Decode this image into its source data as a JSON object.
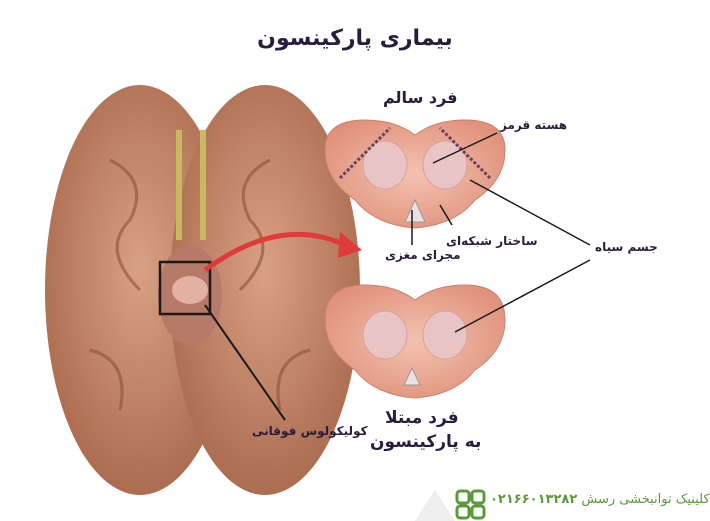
{
  "title": "بیماری پارکینسون",
  "labels": {
    "healthy": "فرد سالم",
    "red_nucleus": "هسته قرمز",
    "reticular": "ساختار شبکه‌ای",
    "aqueduct": "مجرای مغزی",
    "substantia_nigra": "جسم سیاه",
    "colliculus": "کولیکولوس فوقانی",
    "patient_line1": "فرد مبتلا",
    "patient_line2": "به پارکینسون"
  },
  "footer": {
    "clinic": "کلینیک توانبخشی رسش",
    "phone": "۰۲۱۶۶۰۱۳۲۸۲",
    "color": "#5a9a3a"
  },
  "colors": {
    "brain": "#c98d6e",
    "section": "#e9a48c",
    "text": "#2a1d3c",
    "arrow": "#e03a3a"
  }
}
